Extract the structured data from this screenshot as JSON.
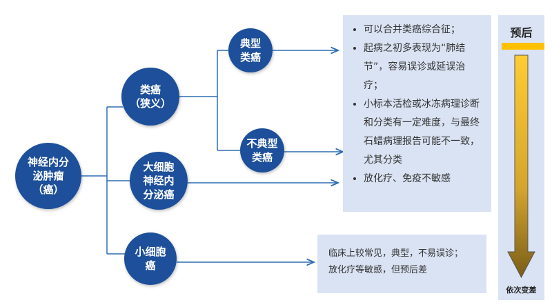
{
  "root": {
    "label": "神经内分\n泌肿瘤\n（癌）"
  },
  "branches": {
    "carcinoid": {
      "label": "类癌\n（狭义）"
    },
    "typical": {
      "label": "典型\n类癌"
    },
    "atypical": {
      "label": "不典型\n类癌"
    },
    "large_cell": {
      "label": "大细胞\n神经内\n分泌癌"
    },
    "small_cell": {
      "label": "小细胞\n癌"
    }
  },
  "notes_main": [
    "可以合并类癌综合征；",
    "起病之初多表现为“肺结节”，容易误诊或延误治疗；",
    "小标本活检或冰冻病理诊断和分类有一定难度，与最终石蜡病理报告可能不一致，尤其分类",
    "放化疗、免疫不敏感"
  ],
  "notes_small_cell": [
    "临床上较常见，典型，不易误诊；",
    "放化疗等敏感，但预后差"
  ],
  "prognosis": {
    "title": "预后",
    "footer": "依次变差"
  },
  "colors": {
    "node": "#1d4f9a",
    "line": "#2e6db4",
    "box": "#dae3f3",
    "accent": "#ffc000"
  }
}
